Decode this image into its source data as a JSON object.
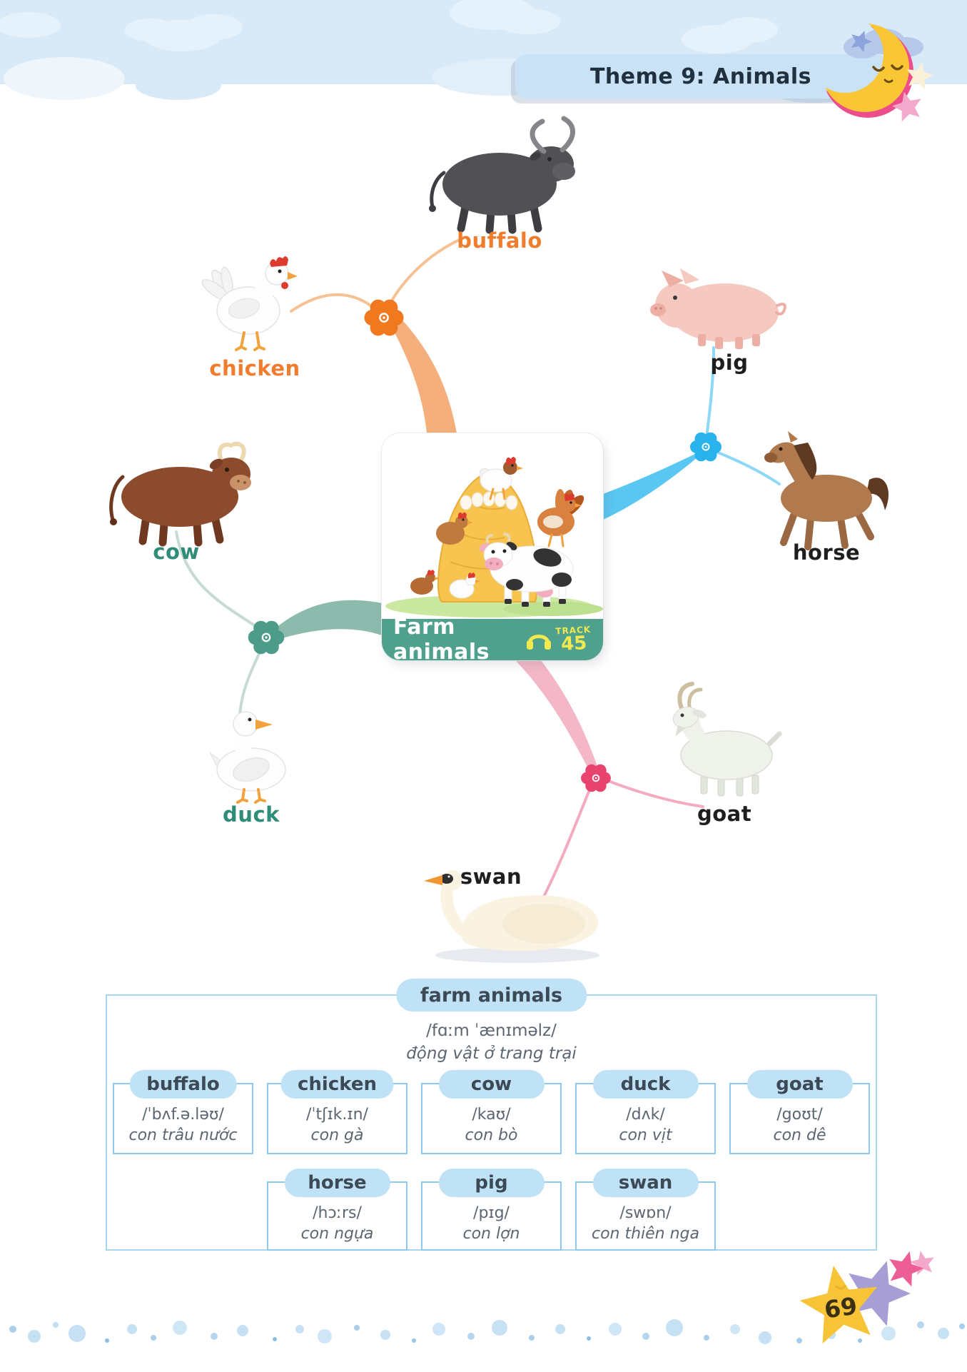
{
  "header": {
    "title": "Theme 9: Animals"
  },
  "center_card": {
    "title": "Farm animals",
    "track_label": "TRACK",
    "track_number": "45",
    "audio_icon": "headphones-icon"
  },
  "mindmap": {
    "nodes": [
      {
        "id": "buffalo",
        "label": "buffalo",
        "label_color": "#F07D2E",
        "branch_color": "#F0781F"
      },
      {
        "id": "chicken",
        "label": "chicken",
        "label_color": "#F07D2E",
        "branch_color": "#F0781F"
      },
      {
        "id": "pig",
        "label": "pig",
        "label_color": "#1E1E1E",
        "branch_color": "#29B2EC"
      },
      {
        "id": "horse",
        "label": "horse",
        "label_color": "#1E1E1E",
        "branch_color": "#29B2EC"
      },
      {
        "id": "cow",
        "label": "cow",
        "label_color": "#2F8C78",
        "branch_color": "#4D9C8A"
      },
      {
        "id": "duck",
        "label": "duck",
        "label_color": "#2F8C78",
        "branch_color": "#4D9C8A"
      },
      {
        "id": "goat",
        "label": "goat",
        "label_color": "#1E1E1E",
        "branch_color": "#E8426E"
      },
      {
        "id": "swan",
        "label": "swan",
        "label_color": "#1E1E1E",
        "branch_color": "#E8426E"
      }
    ]
  },
  "vocab": {
    "group_title": "farm animals",
    "group_ipa": "/fɑːm ˈænɪməlz/",
    "group_translation": "động vật ở trang trại",
    "entries": [
      {
        "word": "buffalo",
        "ipa": "/ˈbʌf.ə.ləʊ/",
        "translation": "con trâu nước"
      },
      {
        "word": "chicken",
        "ipa": "/ˈtʃɪk.ɪn/",
        "translation": "con gà"
      },
      {
        "word": "cow",
        "ipa": "/kaʊ/",
        "translation": "con bò"
      },
      {
        "word": "duck",
        "ipa": "/dʌk/",
        "translation": "con vịt"
      },
      {
        "word": "goat",
        "ipa": "/goʊt/",
        "translation": "con dê"
      },
      {
        "word": "horse",
        "ipa": "/hɔːrs/",
        "translation": "con ngựa"
      },
      {
        "word": "pig",
        "ipa": "/pɪg/",
        "translation": "con lợn"
      },
      {
        "word": "swan",
        "ipa": "/swɒn/",
        "translation": "con thiên nga"
      }
    ]
  },
  "page": {
    "number": "69"
  },
  "colors": {
    "sky_band": "#D8E9F7",
    "banner_fill": "#C9E2F6",
    "banner_text": "#20303E",
    "card_bar": "#4FA18E",
    "track_yellow": "#F2E94E",
    "table_border": "#A9D6EF",
    "card_border": "#8FC9ED",
    "pill_fill": "#BFE2F7",
    "pill_text": "#3D4A56",
    "ipa_text": "#5C6672",
    "accent_orange": "#F0781F",
    "accent_blue": "#29B2EC",
    "accent_teal": "#4D9C8A",
    "accent_pink": "#E8426E",
    "moon_yellow": "#F9C636",
    "moon_pink": "#EE4D8B",
    "star_yellow": "#F6C436",
    "star_purple": "#A79ED6",
    "star_pink": "#EE5E96"
  }
}
